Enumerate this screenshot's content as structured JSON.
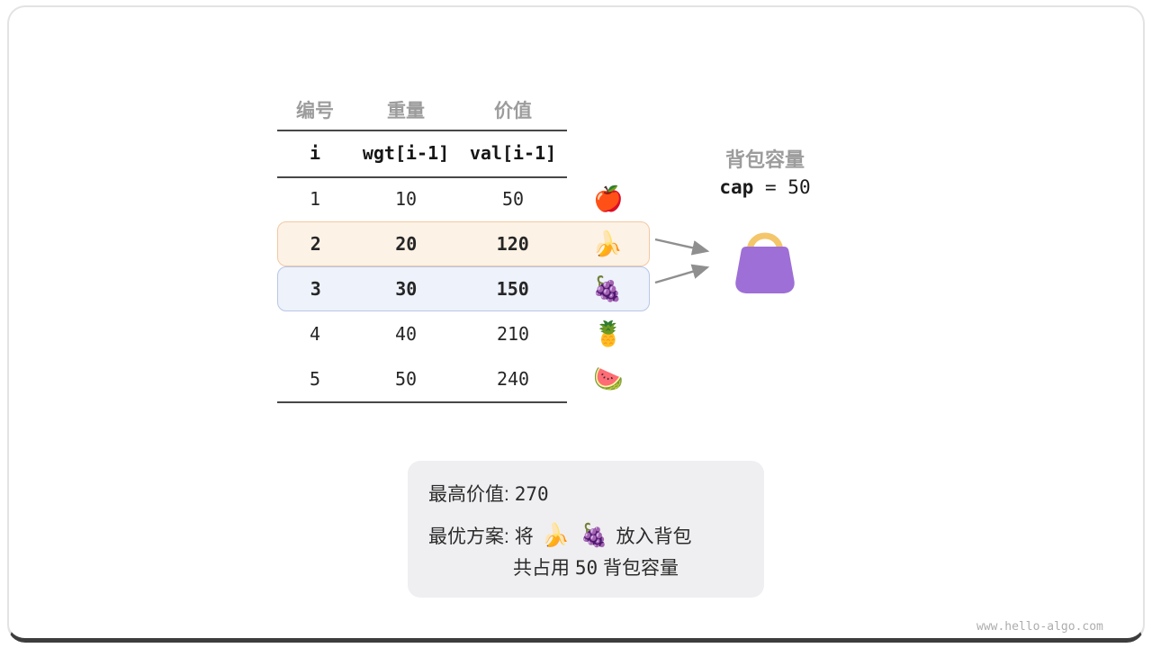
{
  "table": {
    "headers": [
      "编号",
      "重量",
      "价值"
    ],
    "code_headers": [
      "i",
      "wgt[i-1]",
      "val[i-1]"
    ],
    "rows": [
      {
        "i": "1",
        "wgt": "10",
        "val": "50",
        "icon": "🍎"
      },
      {
        "i": "2",
        "wgt": "20",
        "val": "120",
        "icon": "🍌"
      },
      {
        "i": "3",
        "wgt": "30",
        "val": "150",
        "icon": "🍇"
      },
      {
        "i": "4",
        "wgt": "40",
        "val": "210",
        "icon": "🍍"
      },
      {
        "i": "5",
        "wgt": "50",
        "val": "240",
        "icon": "🍉"
      }
    ]
  },
  "knapsack": {
    "label": "背包容量",
    "cap_code": "cap",
    "cap_eq": "=",
    "cap_value": "50"
  },
  "result": {
    "best_label": "最高价值:",
    "best_value": "270",
    "plan_label": "最优方案:",
    "plan_word": "将",
    "plan_icon1": "🍌",
    "plan_icon2": "🍇",
    "plan_suffix": "放入背包",
    "usage_prefix": "共占用",
    "usage_value": "50",
    "usage_suffix": "背包容量"
  },
  "footer": {
    "url": "www.hello-algo.com"
  },
  "colors": {
    "highlight_orange_bg": "#fdf2e6",
    "highlight_orange_border": "#f2c8a2",
    "highlight_blue_bg": "#edf2fb",
    "highlight_blue_border": "#b9c6e6",
    "bag_body": "#9e6fd6",
    "bag_handle": "#f4c66b",
    "arrow": "#8f8f8f",
    "table_line": "#474747"
  }
}
